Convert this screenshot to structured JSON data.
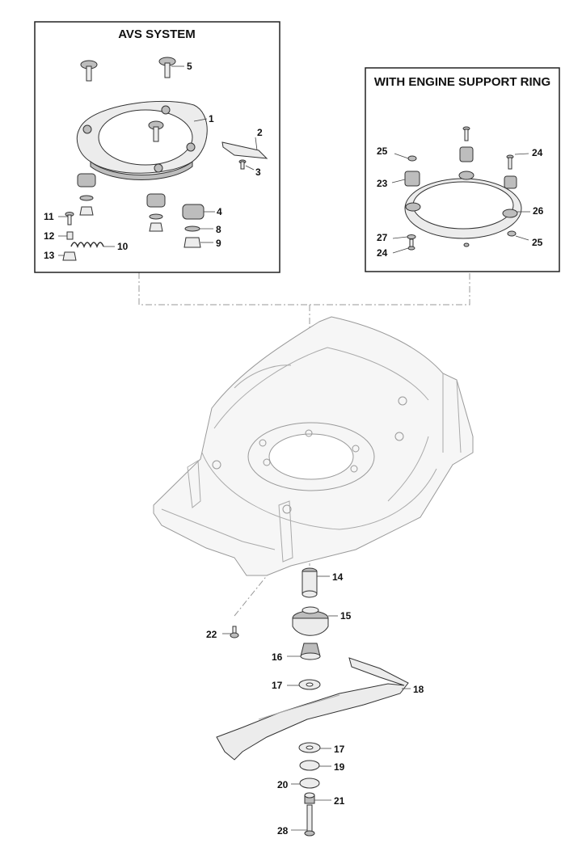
{
  "boxes": {
    "avs": {
      "title": "AVS SYSTEM"
    },
    "engine_ring": {
      "title": "WITH ENGINE SUPPORT RING"
    }
  },
  "callouts": [
    {
      "id": "c5a",
      "label": "5"
    },
    {
      "id": "c1",
      "label": "1"
    },
    {
      "id": "c2",
      "label": "2"
    },
    {
      "id": "c3",
      "label": "3"
    },
    {
      "id": "c4",
      "label": "4"
    },
    {
      "id": "c8",
      "label": "8"
    },
    {
      "id": "c9",
      "label": "9"
    },
    {
      "id": "c11",
      "label": "11"
    },
    {
      "id": "c12",
      "label": "12"
    },
    {
      "id": "c10",
      "label": "10"
    },
    {
      "id": "c13",
      "label": "13"
    },
    {
      "id": "c25a",
      "label": "25"
    },
    {
      "id": "c24a",
      "label": "24"
    },
    {
      "id": "c23",
      "label": "23"
    },
    {
      "id": "c26",
      "label": "26"
    },
    {
      "id": "c27",
      "label": "27"
    },
    {
      "id": "c25b",
      "label": "25"
    },
    {
      "id": "c24b",
      "label": "24"
    },
    {
      "id": "c14",
      "label": "14"
    },
    {
      "id": "c15",
      "label": "15"
    },
    {
      "id": "c22",
      "label": "22"
    },
    {
      "id": "c16",
      "label": "16"
    },
    {
      "id": "c17a",
      "label": "17"
    },
    {
      "id": "c18",
      "label": "18"
    },
    {
      "id": "c17b",
      "label": "17"
    },
    {
      "id": "c19",
      "label": "19"
    },
    {
      "id": "c20",
      "label": "20"
    },
    {
      "id": "c21",
      "label": "21"
    },
    {
      "id": "c28",
      "label": "28"
    }
  ]
}
